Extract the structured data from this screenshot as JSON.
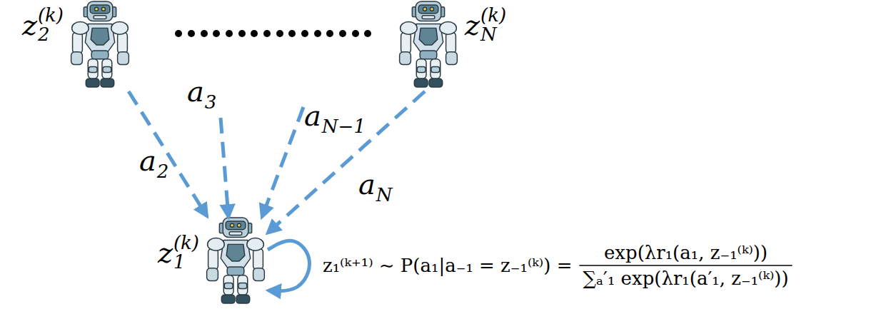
{
  "diagram": {
    "nodes": [
      {
        "text": [
          "z",
          "2",
          "(k)"
        ]
      },
      {
        "text": [
          "z",
          "N",
          "(k)"
        ]
      },
      {
        "text": [
          "z",
          "1",
          "(k)"
        ]
      }
    ],
    "edges": [
      {
        "from": 0,
        "to": 2,
        "arrow": "to"
      },
      {
        "from": 1,
        "to": 2,
        "arrow": "to"
      },
      {
        "from": 2,
        "to": 2,
        "arrow": "to",
        "label": "z₁⁽ᵏ⁺¹⁾ ∼ P(a₁|a₋₁ = z₋₁⁽ᵏ⁾) ="
      }
    ],
    "labels": [
      "a",
      "2",
      "a",
      "3",
      "a",
      "N−1",
      "a",
      "N",
      "exp(λr₁(a₁, z₋₁⁽ᵏ⁾))",
      "∑ₐ′₁ exp(λr₁(a′₁, z₋₁⁽ᵏ⁾))"
    ]
  }
}
